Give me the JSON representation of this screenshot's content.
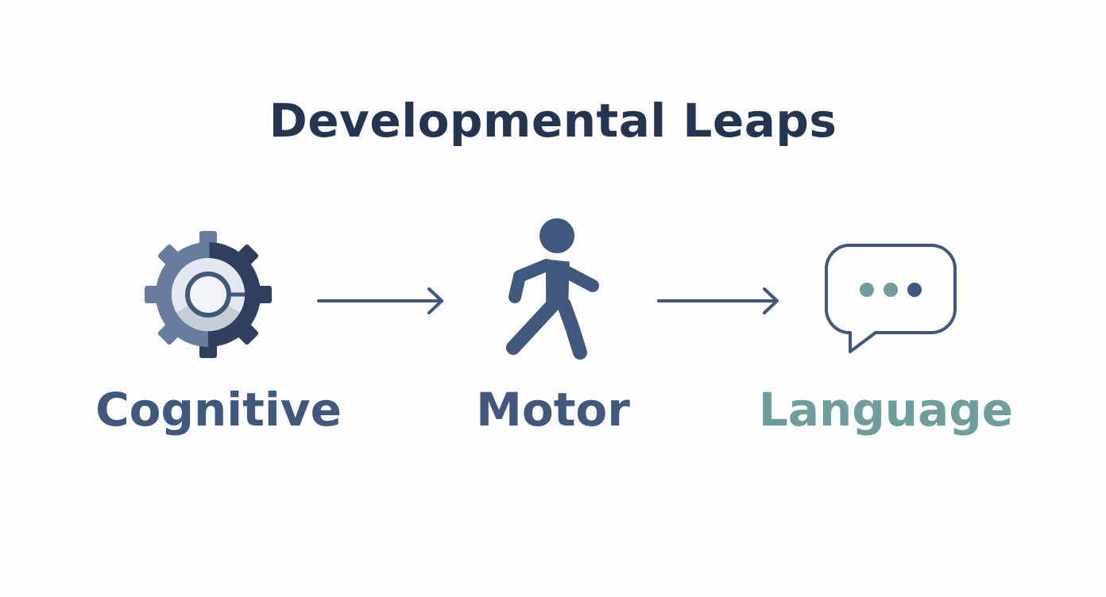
{
  "title": "Developmental Leaps",
  "colors": {
    "title": "#243451",
    "primary": "#41587e",
    "accent": "#6d9e9c",
    "gear_light": "#687d9d",
    "gear_dark": "#2f3f5c",
    "gear_center": "#e4e8ee"
  },
  "stages": [
    {
      "label": "Cognitive",
      "icon": "gear-icon"
    },
    {
      "label": "Motor",
      "icon": "walking-person-icon"
    },
    {
      "label": "Language",
      "icon": "speech-bubble-icon"
    }
  ]
}
